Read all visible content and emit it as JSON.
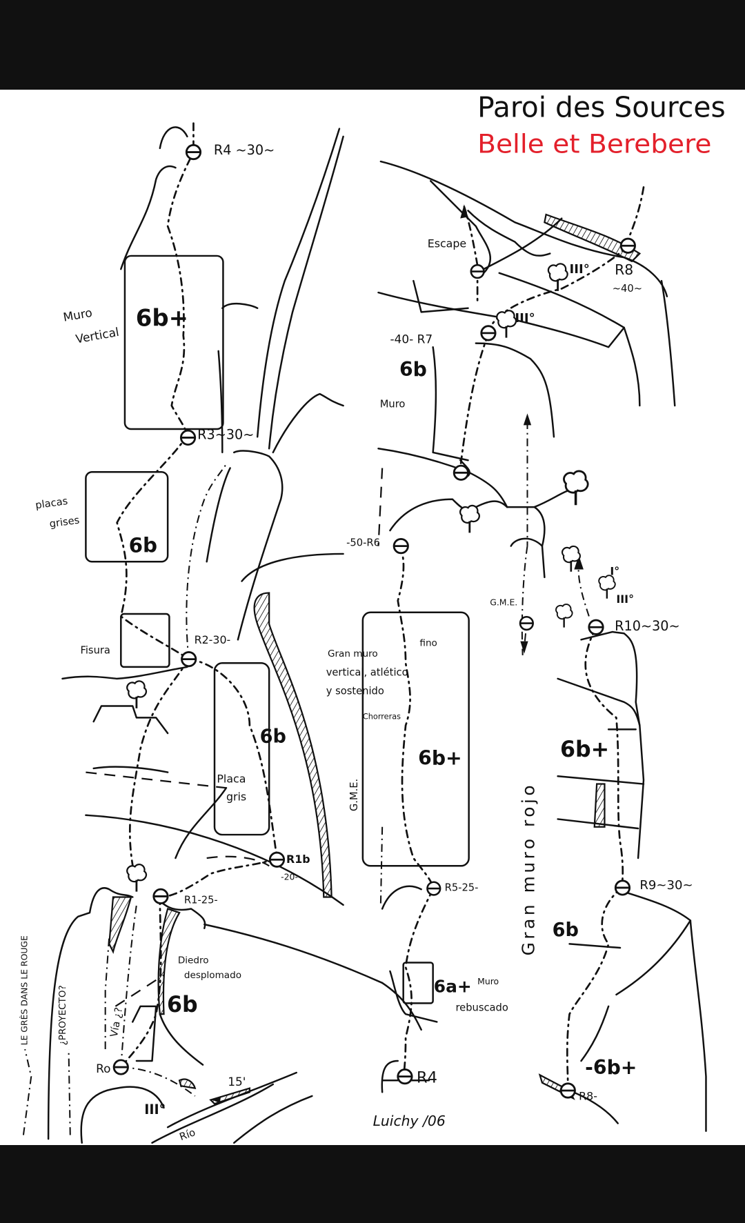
{
  "title": "Paroi des Sources",
  "subtitle": "Belle et Berebere",
  "colors": {
    "title": "#111111",
    "subtitle": "#e3202b",
    "frame": "#111111",
    "paper": "#ffffff"
  },
  "icons": [
    "belay-station-icon",
    "tree-icon",
    "arrow-icon",
    "hatched-rock-icon"
  ],
  "left_route": {
    "r4": "R4 ~30~",
    "muro_vertical_1": "Muro",
    "muro_vertical_2": "Vertical",
    "grade_6b_plus": "6b+",
    "r3": "R3~30~",
    "placas_1": "placas",
    "placas_2": "grises",
    "grade_6b_a": "6b",
    "fisura": "Fisura",
    "r2": "R2-30-",
    "grade_6b_b": "6b",
    "placa_gris_1": "Placa",
    "placa_gris_2": "gris",
    "r1b": "R1b",
    "r1b_len": "-20-",
    "r1": "R1-25-",
    "diedro_1": "Diedro",
    "diedro_2": "desplomado",
    "grade_6b_c": "6b",
    "via": "Vía ¿?",
    "proyecto": "¿PROYECTO?",
    "le_gres": "LE GRÈS DANS LE ROUGE",
    "r0": "Ro",
    "grade_iii": "III°",
    "approach_time": "15'",
    "rio": "Río"
  },
  "middle_route": {
    "escape": "Escape",
    "grade_iii_a": "III°",
    "r7": "-40- R7",
    "grade_6b": "6b",
    "muro": "Muro",
    "r6": "-50-R6",
    "gran_muro_1": "Gran muro",
    "gran_muro_2": "vertical, atlético",
    "gran_muro_3": "y sostenido",
    "fino": "fino",
    "chorreras": "Chorreras",
    "grade_6b_plus": "6b+",
    "gme_vertical": "G.M.E.",
    "r5": "R5-25-",
    "grade_6a_plus": "6a+",
    "muro_rebuscado_1": "Muro",
    "muro_rebuscado_2": "rebuscado",
    "r4": "R4",
    "signature": "Luichy /06"
  },
  "right_route": {
    "grade_iii_b": "III°",
    "r8_top": "R8",
    "r8_top_len": "~40~",
    "gme": "G.M.E.",
    "grade_i": "I°",
    "grade_iii_c": "III°",
    "r10": "R10~30~",
    "grade_6b_plus_a": "6b+",
    "gran_muro_rojo": "Gran muro rojo",
    "r9": "R9~30~",
    "grade_6b": "6b",
    "grade_6b_plus_b": "-6b+",
    "r8": "R8-"
  }
}
